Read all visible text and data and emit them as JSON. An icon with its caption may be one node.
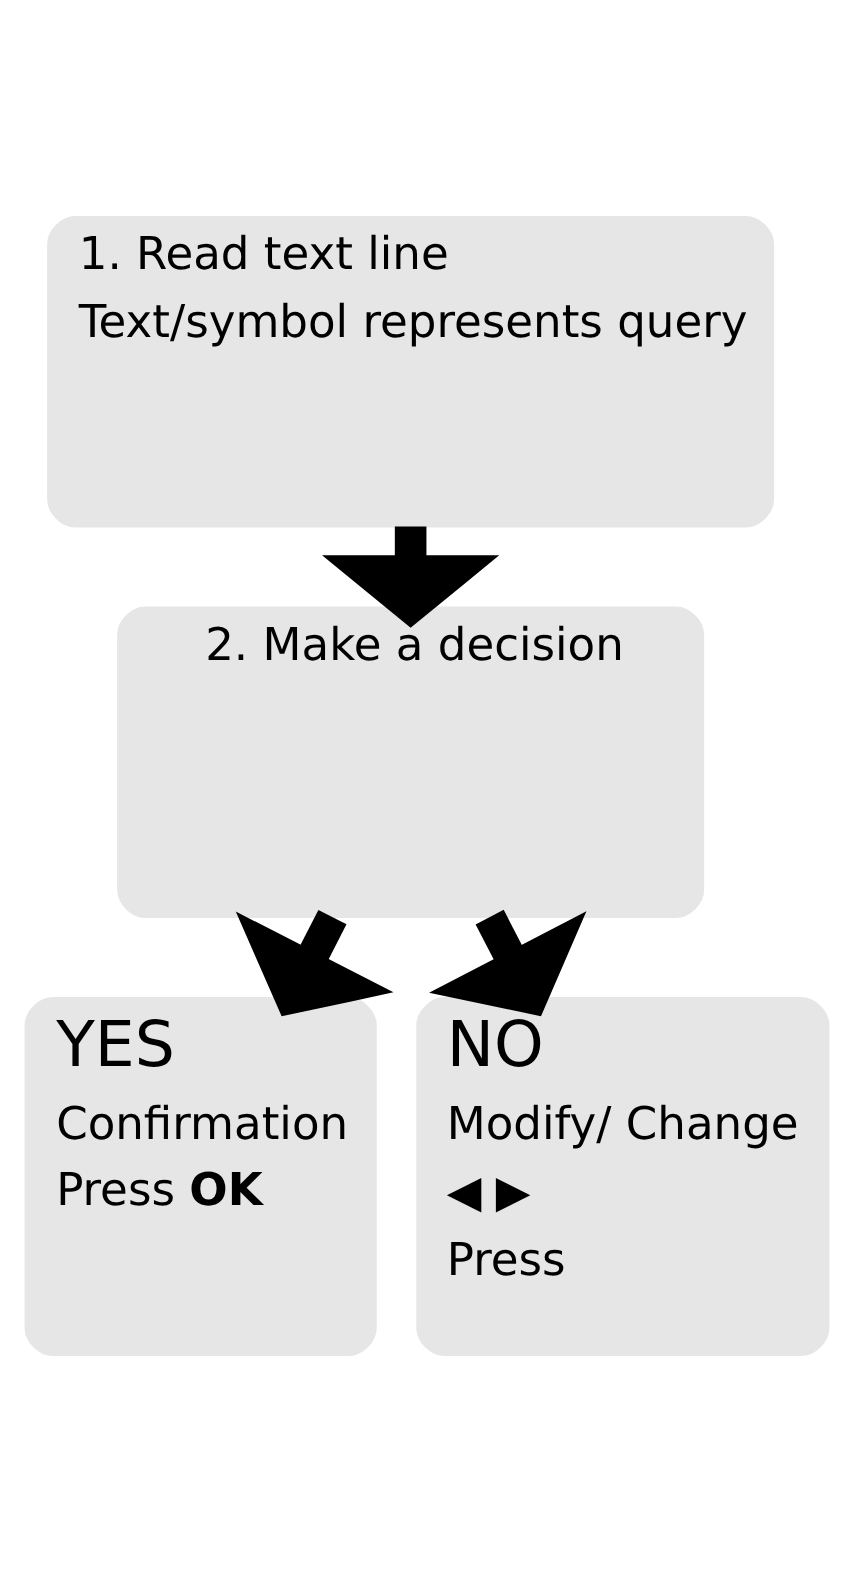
{
  "diagram": {
    "nodes": [
      {
        "text": [
          "1. Read text line",
          "Text/symbol represents query"
        ]
      },
      {
        "text": [
          "2. Make a decision"
        ]
      },
      {
        "text": [
          "YES",
          "Confirmation",
          "Press **OK**"
        ]
      },
      {
        "text": [
          "NO",
          "Modify/ Change",
          "◀ ▶",
          "Press"
        ]
      }
    ],
    "edges": [
      {
        "from": 0,
        "to": 1,
        "arrow": "to"
      },
      {
        "from": 1,
        "to": 2,
        "arrow": "to"
      },
      {
        "from": 1,
        "to": 3,
        "arrow": "to"
      }
    ]
  }
}
